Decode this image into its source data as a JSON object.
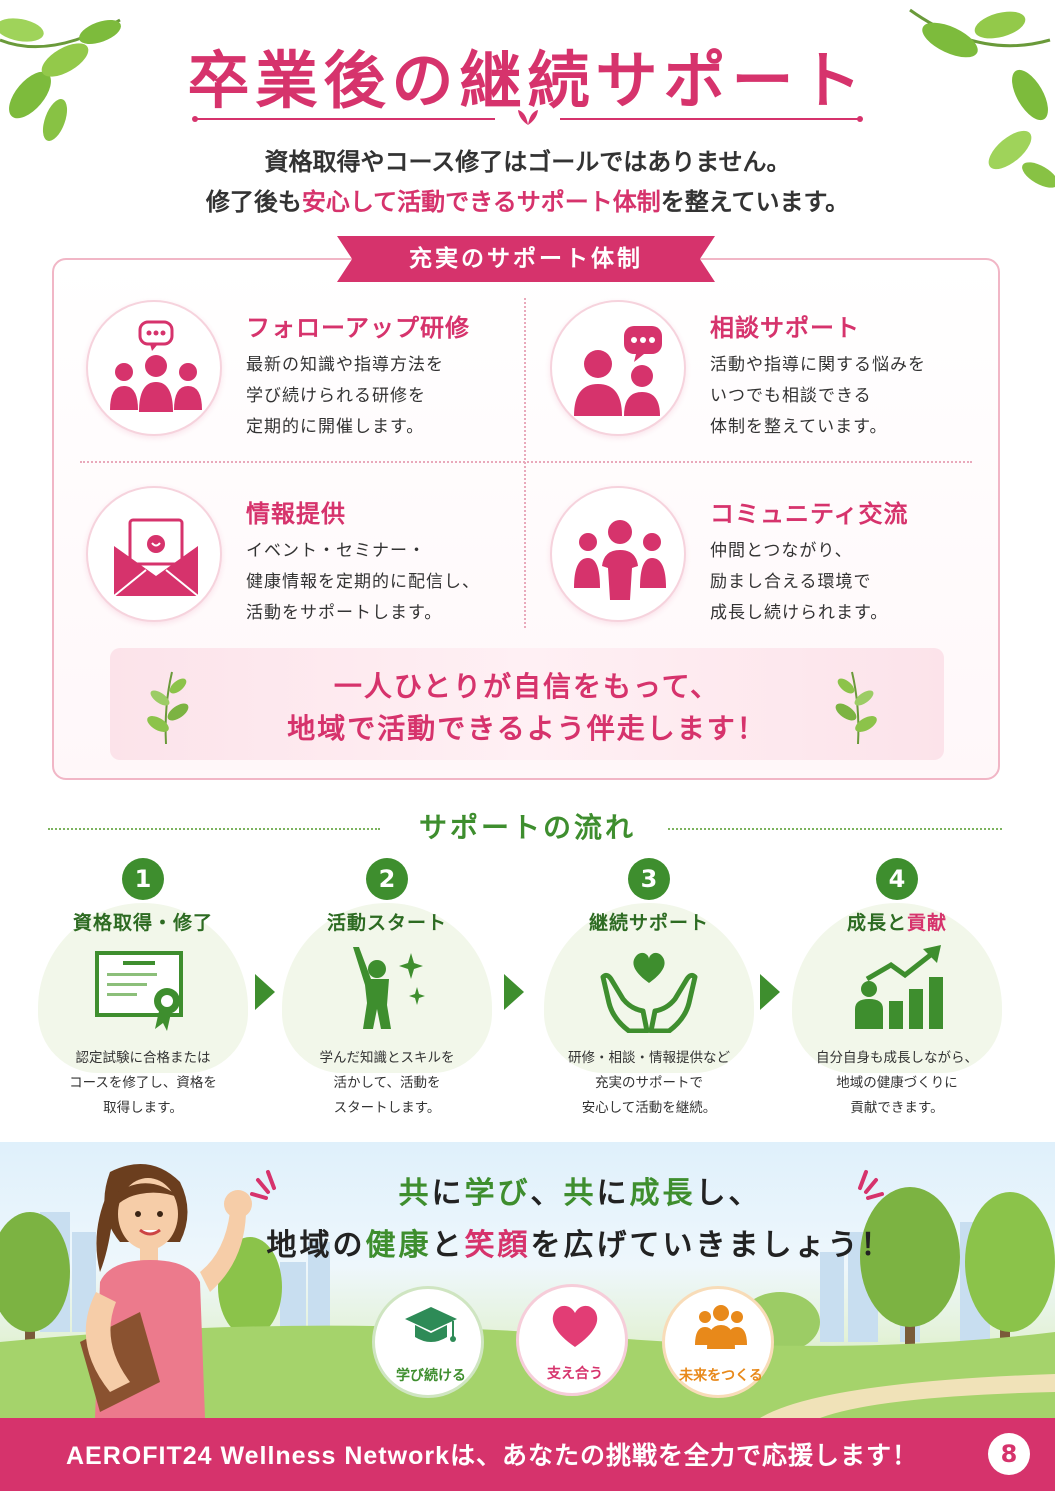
{
  "header": {
    "title": "卒業後の継続サポート",
    "intro_line1": "資格取得やコース修了はゴールではありません。",
    "intro_line2_pre": "修了後も",
    "intro_line2_highlight": "安心して活動できるサポート体制",
    "intro_line2_post": "を整えています。"
  },
  "support": {
    "ribbon": "充実のサポート体制",
    "features": [
      {
        "icon": "group-chat-icon",
        "title": "フォローアップ研修",
        "desc": [
          "最新の知識や指導方法を",
          "学び続けられる研修を",
          "定期的に開催します。"
        ]
      },
      {
        "icon": "consultation-icon",
        "title": "相談サポート",
        "desc": [
          "活動や指導に関する悩みを",
          "いつでも相談できる",
          "体制を整えています。"
        ]
      },
      {
        "icon": "envelope-icon",
        "title": "情報提供",
        "desc": [
          "イベント・セミナー・",
          "健康情報を定期的に配信し、",
          "活動をサポートします。"
        ]
      },
      {
        "icon": "community-icon",
        "title": "コミュニティ交流",
        "desc": [
          "仲間とつながり、",
          "励まし合える環境で",
          "成長し続けられます。"
        ]
      }
    ],
    "encourage_line1": "一人ひとりが自信をもって、",
    "encourage_line2": "地域で活動できるよう伴走します！"
  },
  "flow": {
    "title": "サポートの流れ",
    "steps": [
      {
        "num": "1",
        "name": "資格取得・修了",
        "icon": "certificate-icon",
        "desc": [
          "認定試験に合格または",
          "コースを修了し、資格を",
          "取得します。"
        ]
      },
      {
        "num": "2",
        "name": "活動スタート",
        "icon": "cheering-person-icon",
        "desc": [
          "学んだ知識とスキルを",
          "活かして、活動を",
          "スタートします。"
        ]
      },
      {
        "num": "3",
        "name": "継続サポート",
        "icon": "hands-heart-icon",
        "desc": [
          "研修・相談・情報提供など",
          "充実のサポートで",
          "安心して活動を継続。"
        ]
      },
      {
        "num": "4",
        "name_pre": "成長と",
        "name_highlight": "貢献",
        "icon": "growth-chart-icon",
        "desc": [
          "自分自身も成長しながら、",
          "地域の健康づくりに",
          "貢献できます。"
        ]
      }
    ]
  },
  "slogan": {
    "l1_a": "共",
    "l1_b": "に",
    "l1_c": "学び",
    "l1_d": "、",
    "l1_e": "共",
    "l1_f": "に",
    "l1_g": "成長",
    "l1_h": "し、",
    "l2_a": "地域の",
    "l2_b": "健康",
    "l2_c": "と",
    "l2_d": "笑顔",
    "l2_e": "を広げていきましょう！"
  },
  "badges": [
    {
      "icon": "graduation-cap-icon",
      "label": "学び続ける",
      "color": "#3e8e2e"
    },
    {
      "icon": "heart-icon",
      "label": "支え合う",
      "color": "#d6336c"
    },
    {
      "icon": "people-icon",
      "label": "未来をつくる",
      "color": "#e8891a"
    }
  ],
  "footer": {
    "text": "AEROFIT24 Wellness Networkは、あなたの挑戦を全力で応援します！",
    "page_number": "8"
  },
  "colors": {
    "pink": "#d6336c",
    "green": "#3e8e2e",
    "orange": "#e8891a"
  }
}
